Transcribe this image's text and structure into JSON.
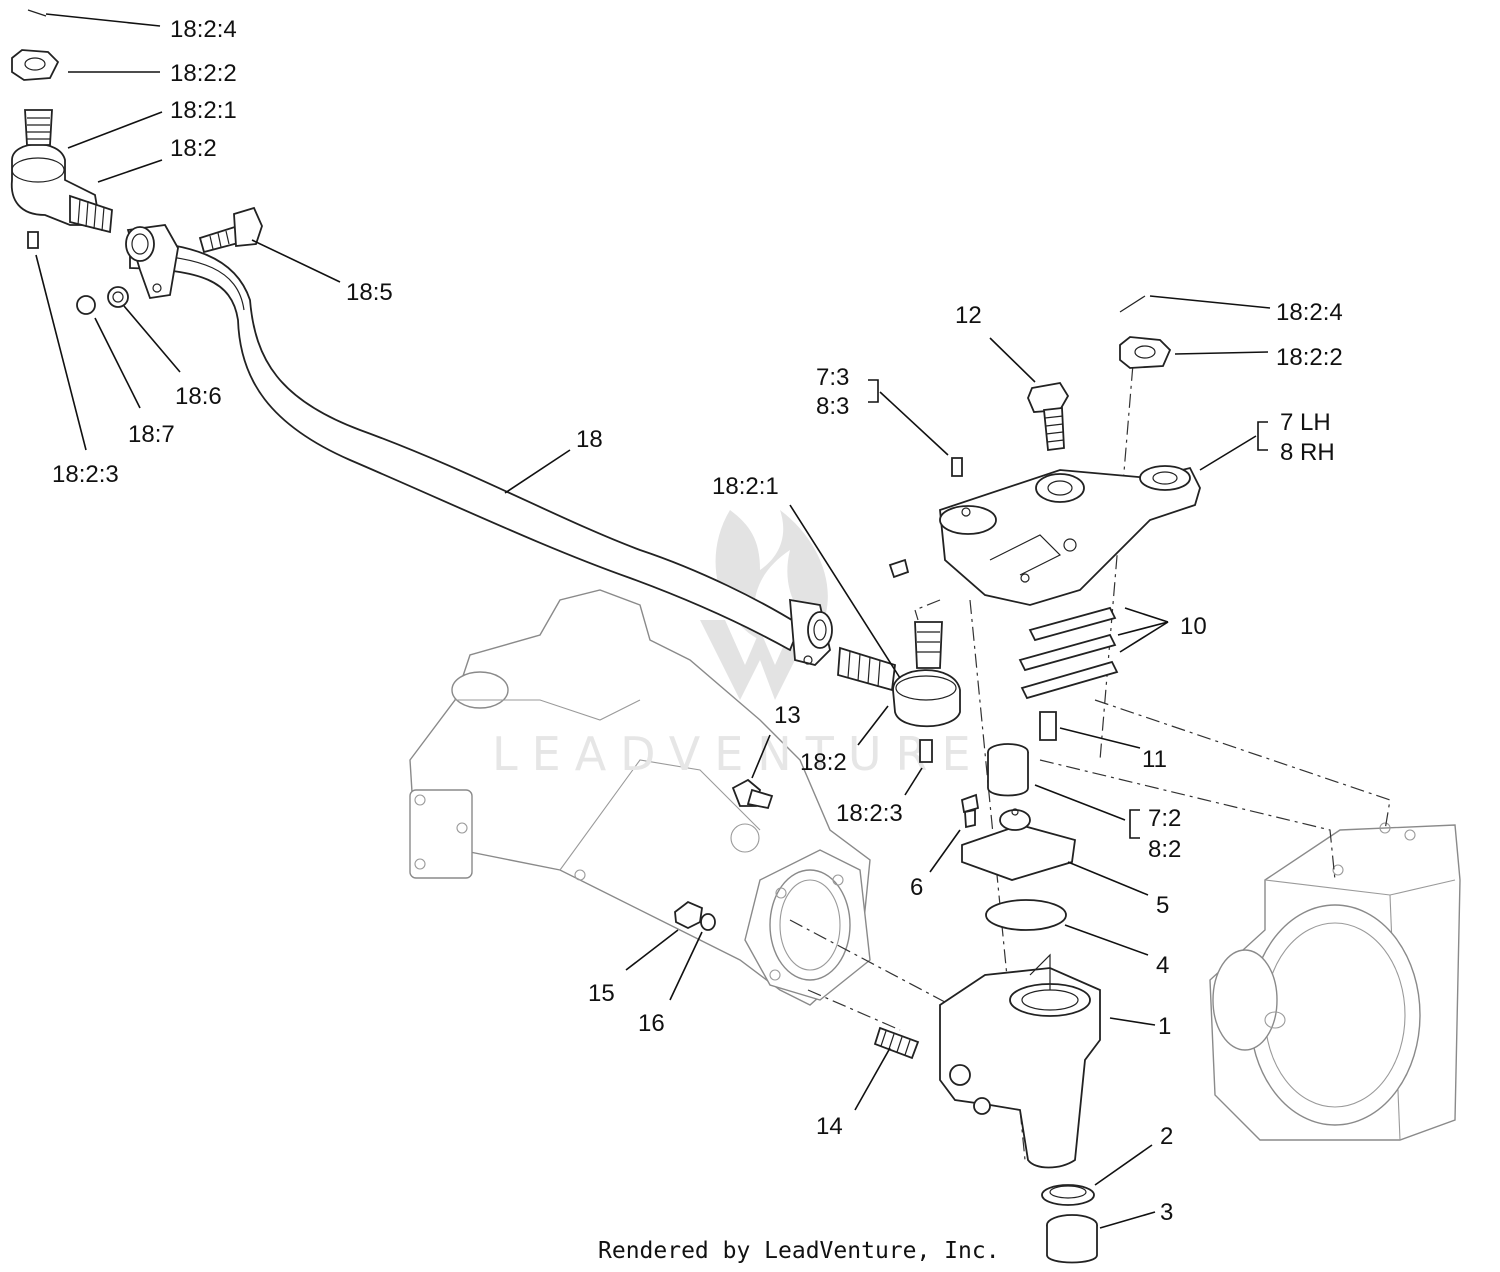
{
  "labels": {
    "l_18_2_4_top": "18:2:4",
    "l_18_2_2_top": "18:2:2",
    "l_18_2_1_top": "18:2:1",
    "l_18_2_top": "18:2",
    "l_18_5": "18:5",
    "l_18_6": "18:6",
    "l_18_7": "18:7",
    "l_18_2_3_top": "18:2:3",
    "l_18": "18",
    "l_12": "12",
    "l_18_2_4_right": "18:2:4",
    "l_18_2_2_right": "18:2:2",
    "l_7_3": "7:3",
    "l_8_3": "8:3",
    "l_7lh": "7 LH",
    "l_8rh": "8 RH",
    "l_18_2_1_mid": "18:2:1",
    "l_10": "10",
    "l_13": "13",
    "l_18_2_mid": "18:2",
    "l_11": "11",
    "l_18_2_3_mid": "18:2:3",
    "l_7_2": "7:2",
    "l_8_2": "8:2",
    "l_6": "6",
    "l_5": "5",
    "l_4": "4",
    "l_15": "15",
    "l_16": "16",
    "l_1": "1",
    "l_14": "14",
    "l_2": "2",
    "l_3": "3"
  },
  "watermark": "LEADVENTURE",
  "footer": "Rendered by LeadVenture, Inc."
}
